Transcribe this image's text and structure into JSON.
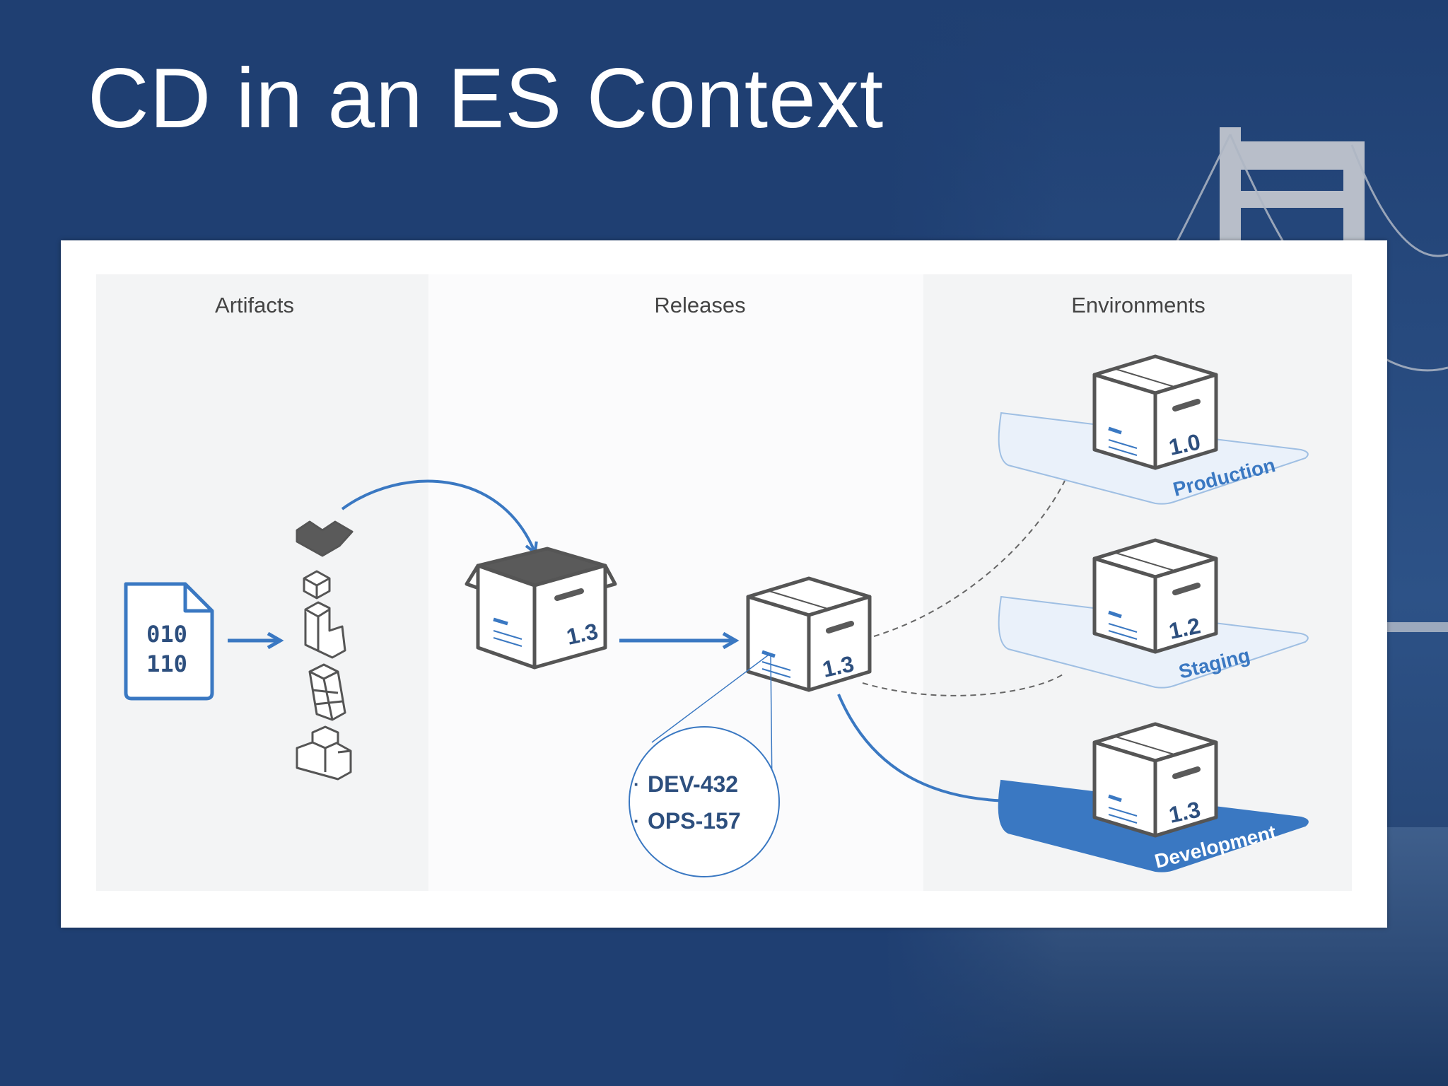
{
  "slide": {
    "title": "CD in an ES Context"
  },
  "diagram": {
    "columns": {
      "artifacts": "Artifacts",
      "releases": "Releases",
      "environments": "Environments"
    },
    "binary_file": {
      "line1": "010",
      "line2": "110"
    },
    "release_package": {
      "version": "1.3"
    },
    "release_box": {
      "version": "1.3"
    },
    "issues": [
      "DEV-432",
      "OPS-157"
    ],
    "environments": [
      {
        "name": "Production",
        "version": "1.0",
        "active": false
      },
      {
        "name": "Staging",
        "version": "1.2",
        "active": false
      },
      {
        "name": "Development",
        "version": "1.3",
        "active": true
      }
    ]
  },
  "colors": {
    "slide_bg": "#1f3f72",
    "accent": "#3a78c2",
    "box_stroke": "#555555",
    "active_platform": "#3a78c2"
  }
}
